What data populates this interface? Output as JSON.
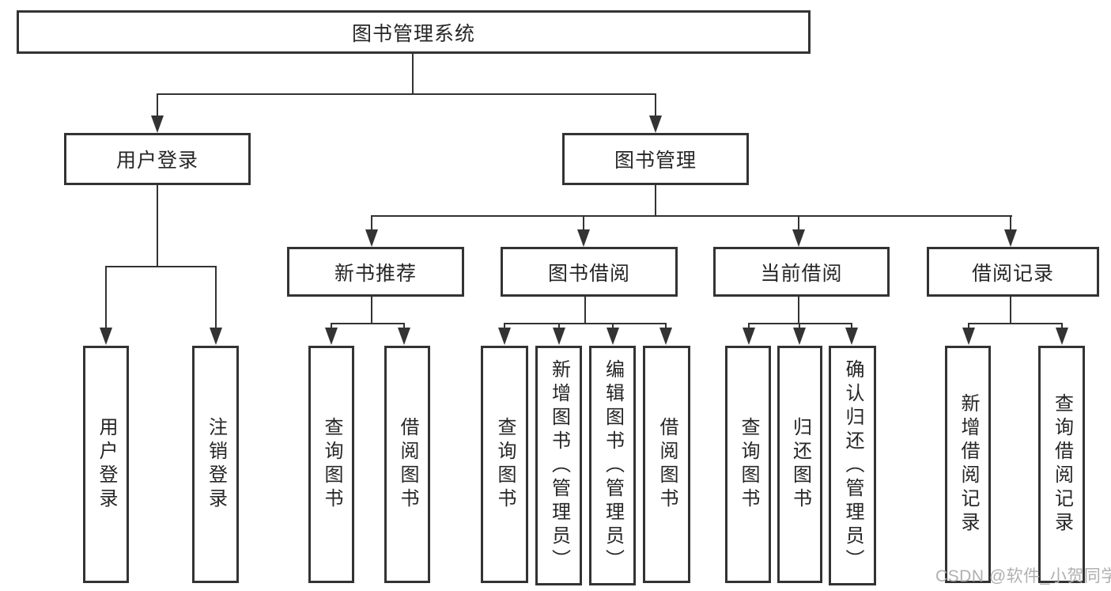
{
  "tree": {
    "label": "图书管理系统",
    "children": [
      {
        "label": "用户登录",
        "children": [
          {
            "label": "用户登录"
          },
          {
            "label": "注销登录"
          }
        ]
      },
      {
        "label": "图书管理",
        "children": [
          {
            "label": "新书推荐",
            "children": [
              {
                "label": "查询图书"
              },
              {
                "label": "借阅图书"
              }
            ]
          },
          {
            "label": "图书借阅",
            "children": [
              {
                "label": "查询图书"
              },
              {
                "label": "新增图书（管理员）"
              },
              {
                "label": "编辑图书（管理员）"
              },
              {
                "label": "借阅图书"
              }
            ]
          },
          {
            "label": "当前借阅",
            "children": [
              {
                "label": "查询图书"
              },
              {
                "label": "归还图书"
              },
              {
                "label": "确认归还（管理员）"
              }
            ]
          },
          {
            "label": "借阅记录",
            "children": [
              {
                "label": "新增借阅记录"
              },
              {
                "label": "查询借阅记录"
              }
            ]
          }
        ]
      }
    ]
  },
  "watermark": {
    "text": "CSDN @软件_小贺同学"
  },
  "colors": {
    "line": "#333333",
    "text": "#262626",
    "background": "#ffffff",
    "watermark": "#b0b0b0"
  }
}
